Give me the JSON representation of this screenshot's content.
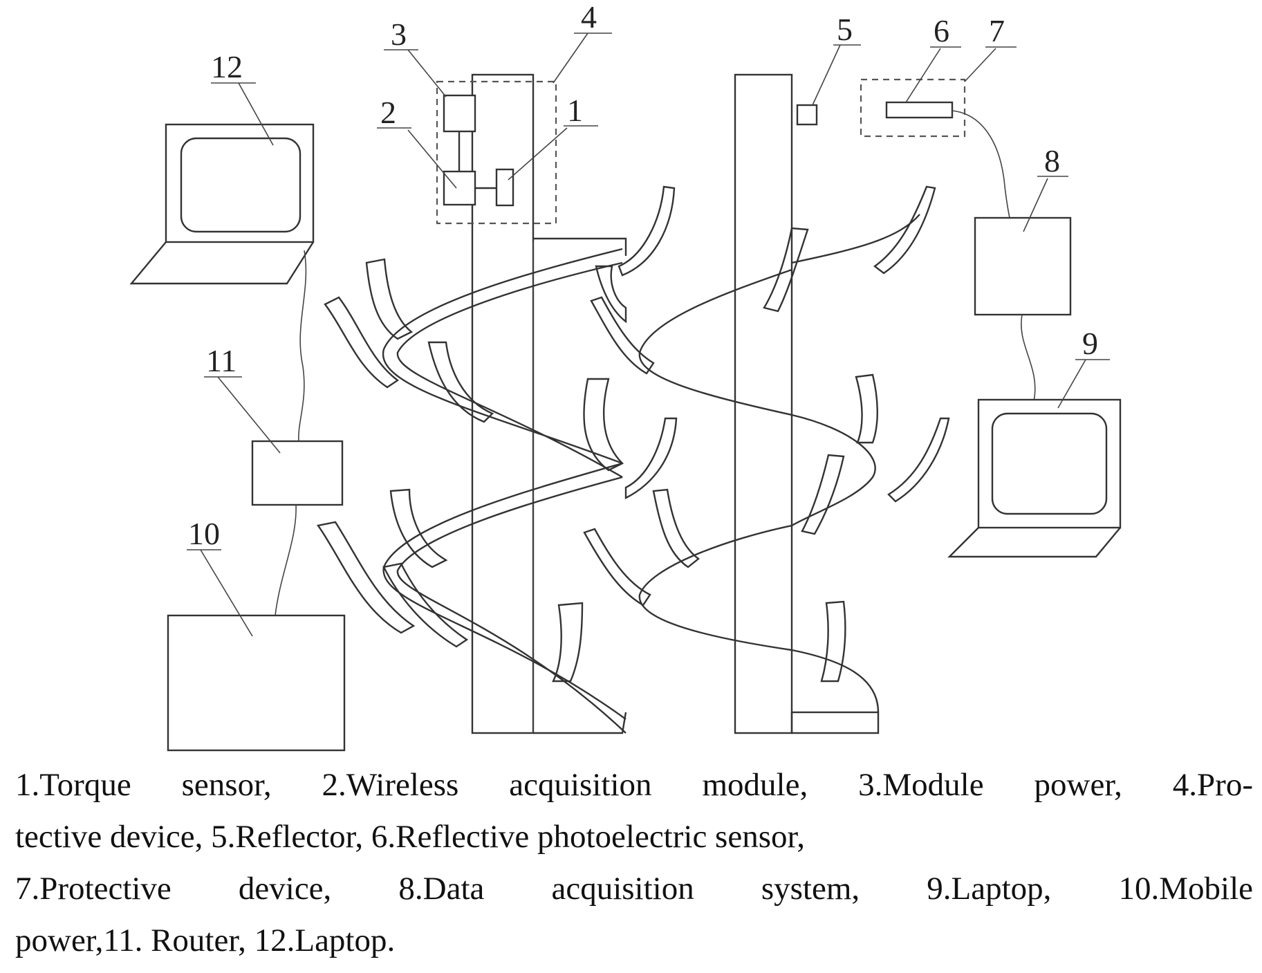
{
  "diagram": {
    "labels": {
      "n1": "1",
      "n2": "2",
      "n3": "3",
      "n4": "4",
      "n5": "5",
      "n6": "6",
      "n7": "7",
      "n8": "8",
      "n9": "9",
      "n10": "10",
      "n11": "11",
      "n12": "12"
    }
  },
  "caption": {
    "lines": [
      "1.Torque sensor, 2.Wireless acquisition module, 3.Module power, 4.Pro-",
      "tective device, 5.Reflector, 6.Reflective photoelectric sensor,",
      "7.Protective device, 8.Data acquisition system, 9.Laptop, 10.Mobile",
      "power,11. Router, 12.Laptop."
    ]
  }
}
